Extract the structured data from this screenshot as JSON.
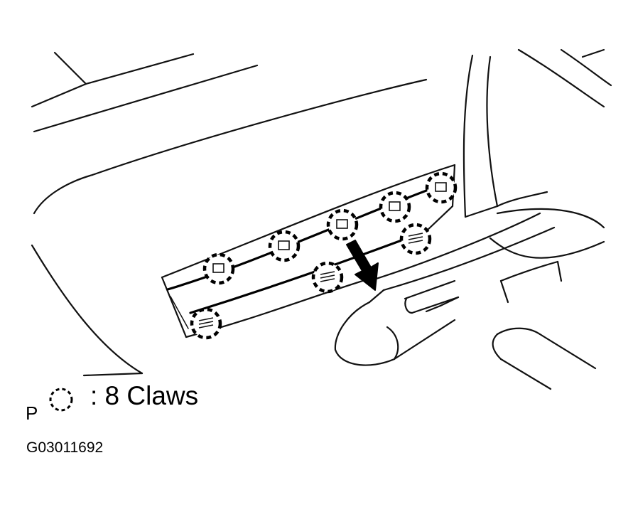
{
  "legend": {
    "view_letter": "P",
    "text": ": 8 Claws",
    "symbol": "dashed-circle-claw-marker"
  },
  "figure_code": "G03011692",
  "removal_direction_icon": "arrow-down-icon",
  "claw_count": 8,
  "colors": {
    "line": "#111111",
    "background": "#ffffff"
  }
}
